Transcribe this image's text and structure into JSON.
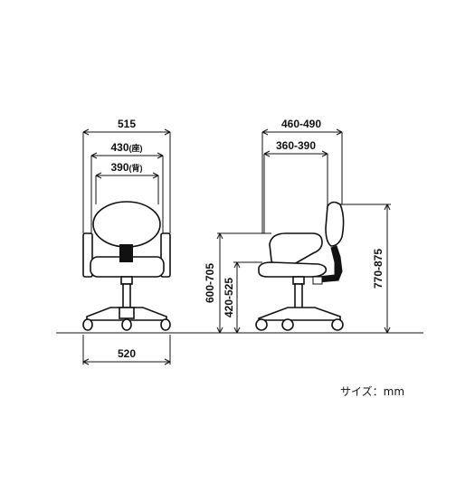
{
  "front_view": {
    "overall_width": "515",
    "seat_width": "430",
    "seat_note": "(座)",
    "back_width": "390",
    "back_note": "(背)",
    "base_width": "520"
  },
  "side_view": {
    "arm_depth": "460-490",
    "seat_depth": "360-390",
    "arm_height": "600-705",
    "seat_height": "420-525",
    "total_height": "770-875"
  },
  "unit_label": "サイズ：mm"
}
